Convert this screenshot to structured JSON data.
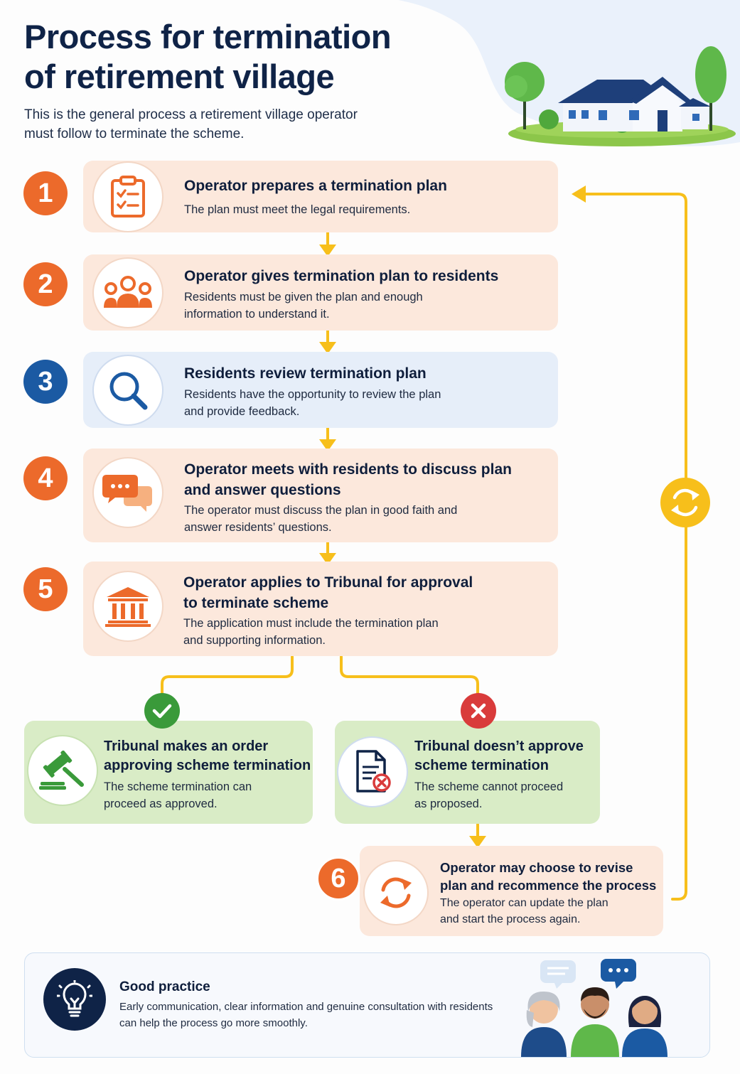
{
  "header": {
    "title_line1": "Process for termination",
    "title_line2": "of retirement village",
    "subtitle_line1": "This is the general process a retirement village operator",
    "subtitle_line2": "must follow to terminate the scheme."
  },
  "steps": [
    {
      "number": "1",
      "icon": "clipboard-checklist-icon",
      "title": "Operator prepares a termination plan",
      "text_lines": [
        "The plan must meet the legal requirements."
      ]
    },
    {
      "number": "2",
      "icon": "residents-group-icon",
      "title": "Operator gives termination plan to residents",
      "text_lines": [
        "Residents must be given the plan and enough",
        "information to understand it."
      ]
    },
    {
      "number": "3",
      "icon": "magnifier-icon",
      "title": "Residents review termination plan",
      "text_lines": [
        "Residents have the opportunity to review the plan",
        "and provide feedback."
      ]
    },
    {
      "number": "4",
      "icon": "chat-bubbles-icon",
      "title_lines": [
        "Operator meets with residents to discuss plan",
        "and answer questions"
      ],
      "text_lines": [
        "The operator must discuss the plan in good faith and",
        "answer residents’ questions."
      ]
    },
    {
      "number": "5",
      "icon": "courthouse-icon",
      "title_lines": [
        "Operator applies to Tribunal for approval",
        "to terminate scheme"
      ],
      "text_lines": [
        "The application must include the termination plan",
        "and supporting information."
      ]
    }
  ],
  "outcomes": {
    "approved": {
      "badge_icon": "checkmark-icon",
      "icon": "gavel-icon",
      "title_lines": [
        "Tribunal makes an order",
        "approving scheme termination"
      ],
      "text_lines": [
        "The scheme termination can",
        "proceed as approved."
      ]
    },
    "rejected": {
      "badge_icon": "cross-icon",
      "icon": "rejected-document-icon",
      "title_lines": [
        "Tribunal doesn’t approve",
        "scheme termination"
      ],
      "text_lines": [
        "The scheme cannot proceed",
        "as proposed."
      ]
    }
  },
  "step6": {
    "number": "6",
    "icon": "refresh-arrows-icon",
    "title_lines": [
      "Operator may choose to revise",
      "plan and recommence the process"
    ],
    "text_lines": [
      "The operator can update the plan",
      "and start the process again."
    ]
  },
  "good_practice": {
    "icon": "lightbulb-icon",
    "title": "Good practice",
    "text_lines": [
      "Early communication, clear information and genuine consultation with residents",
      "can help the process go more smoothly."
    ]
  },
  "colors": {
    "orange": "#ec6a2b",
    "navy": "#0f2347",
    "blue": "#1b5aa3",
    "yellow": "#f7bf1b",
    "green": "#3a9a3a",
    "red": "#d93b3b",
    "peach": "#fce8dc",
    "light_blue": "#e6eef9",
    "light_green": "#d9ecc6"
  }
}
